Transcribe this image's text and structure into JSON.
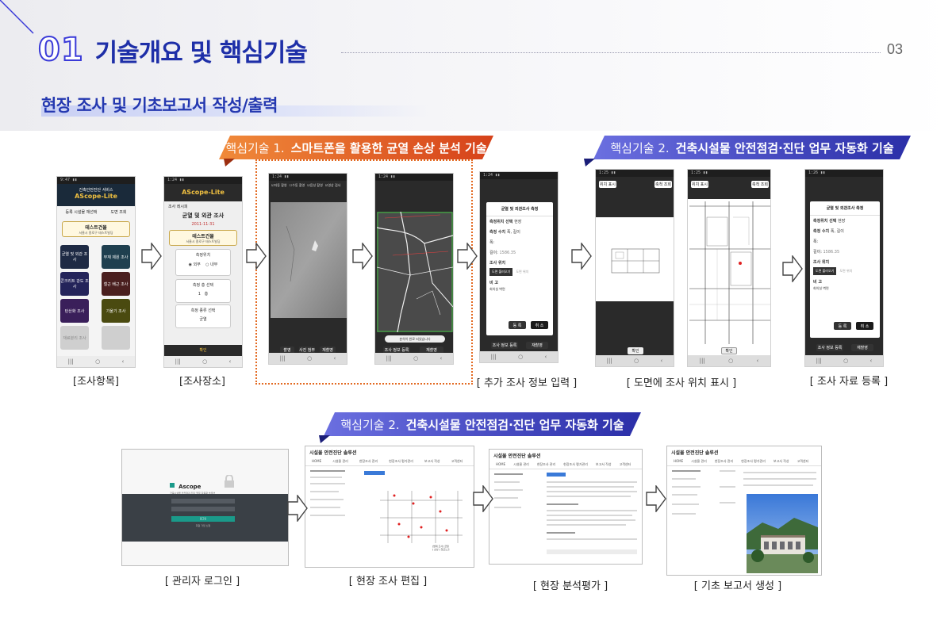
{
  "header": {
    "section_number": "01",
    "title": "기술개요 및 핵심기술",
    "page_number": "03",
    "subtitle": "현장 조사 및 기초보고서 작성/출력"
  },
  "banners": {
    "tech1": {
      "label": "핵심기술 1.",
      "text": "스마트폰을 활용한 균열 손상 분석 기술"
    },
    "tech2_top": {
      "label": "핵심기술 2.",
      "text": "건축시설물 안전점검·진단 업무 자동화 기술"
    },
    "tech2_bottom": {
      "label": "핵심기술 2.",
      "text": "건축시설물 안전점검·진단 업무 자동화 기술"
    }
  },
  "phones": {
    "p1": {
      "app_subtitle": "건축안전진단 서비스",
      "app_title": "AScope-Lite",
      "tab1": "등록 시설물 재선택",
      "tab2": "도면 조회",
      "building": "테스트건물",
      "address": "서울시 종로구 테스트빌딩",
      "tiles": [
        "균열 및 외관 조사",
        "부재 제원 조사",
        "콘크리트 강도 조사",
        "철근 배근 조사",
        "탄산화 조사",
        "기울기 조사",
        "재료분리 조사",
        ""
      ]
    },
    "p2": {
      "app_title": "AScope-Lite",
      "back": "조사 레시피",
      "heading": "균열 및 외관 조사",
      "date": "2011-11-31",
      "building": "테스트건물",
      "address": "서울시 종로구 테스트빌딩",
      "pos_label": "측정위치",
      "pos_opt1": "외부",
      "pos_opt2": "내부",
      "count_label": "측정 층 선택",
      "count_value": "1",
      "count_unit": "층",
      "type_label": "측정 종류 선택",
      "type_value": "균열",
      "confirm": "확인"
    },
    "p3": {
      "chk1": "자동 촬영",
      "chk2": "수동 촬영",
      "chk3": "음성 촬영",
      "chk4": "영상 검사",
      "btn1": "촬영",
      "btn2": "사진 첨부",
      "btn3": "재촬영"
    },
    "p4": {
      "toast": "분석이 완료 되었습니다",
      "btn1": "조사 정보 등록",
      "btn2": "재촬영"
    },
    "p5": {
      "title": "균열 및 외관조사 측정",
      "f1": "측정위치 선택",
      "f1v": "현장",
      "f2": "측정 수치",
      "f2v": "폭, 길이",
      "f3": "폭:",
      "f4": "길이:",
      "f4v": "1586.35",
      "f5": "조사 위치",
      "btn_plan": "도면 불러오기",
      "plan_hint": "도면 위치",
      "f6": "비 고",
      "memo": "회의실 벽면",
      "ok": "등 록",
      "cancel": "취 소",
      "bottom1": "조사 정보 등록",
      "bottom2": "재촬영"
    },
    "p6": {
      "btn1": "위치 표시",
      "btn2": "축척 조회",
      "confirm": "확인"
    },
    "p7": {
      "btn1": "위치 표시",
      "btn2": "축척 조회",
      "confirm": "확인"
    },
    "p8": {
      "title": "균열 및 외관조사 측정",
      "f1": "측정위치 선택",
      "f1v": "현장",
      "f2": "측정 수치",
      "f2v": "폭, 길이",
      "f3": "폭:",
      "f4": "길이:",
      "f4v": "1586.35",
      "f5": "조사 위치",
      "btn_plan": "도면 불러오기",
      "plan_hint": "도면 위치",
      "f6": "비 고",
      "memo": "회의실 벽면",
      "ok": "등 록",
      "cancel": "취 소",
      "bottom1": "조사 정보 등록",
      "bottom2": "재촬영"
    }
  },
  "captions": {
    "c1": "[조사항목]",
    "c2": "[조사장소]",
    "c3": "[ 추가 조사 정보 입력 ]",
    "c4": "[ 도면에 조사 위치 표시 ]",
    "c5": "[ 조사 자료 등록 ]",
    "c6": "[ 관리자 로그인 ]",
    "c7": "[ 현장 조사 편집 ]",
    "c8": "[ 현장 분석평가 ]",
    "c9": "[ 기초 보고서 생성 ]"
  },
  "desktop": {
    "login": {
      "brand": "Ascope",
      "tagline": "건축시설물 안전점검·진단 업무 자동화 솔루션",
      "btn_login": "로그인",
      "btn_register": "회원 가입 신청"
    },
    "app_title": "시설물 안전진단 솔루션",
    "nav": [
      "HOME",
      "시설물 관리",
      "현장조사 관리",
      "현장조사 평가관리",
      "보고서 작성",
      "고객센터"
    ],
    "legend": "[범례 조사] 균열\n[ 손상 ] 철근노출"
  },
  "colors": {
    "title_blue": "#1e2fa8",
    "banner_orange": "#e05a22",
    "banner_blue": "#3b3fc0",
    "dotted_orange": "#e36a22"
  }
}
